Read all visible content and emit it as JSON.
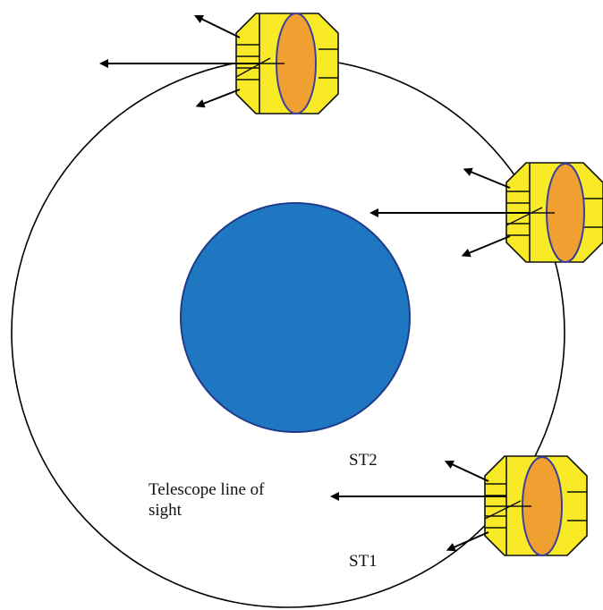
{
  "labels": {
    "st2": "ST2",
    "st1": "ST1",
    "telescope_line_1": "Telescope line of",
    "telescope_line_2": "sight"
  },
  "colors": {
    "orbit": "#000000",
    "earth_fill": "#2077C1",
    "earth_stroke": "#1F3C8A",
    "spacecraft_body": "#F9EA27",
    "telescope_lens": "#F0A030",
    "lens_stroke": "#3A3FA0",
    "arrow": "#000000"
  },
  "spacecraft": [
    {
      "name": "spacecraft-top"
    },
    {
      "name": "spacecraft-right"
    },
    {
      "name": "spacecraft-bottom"
    }
  ]
}
